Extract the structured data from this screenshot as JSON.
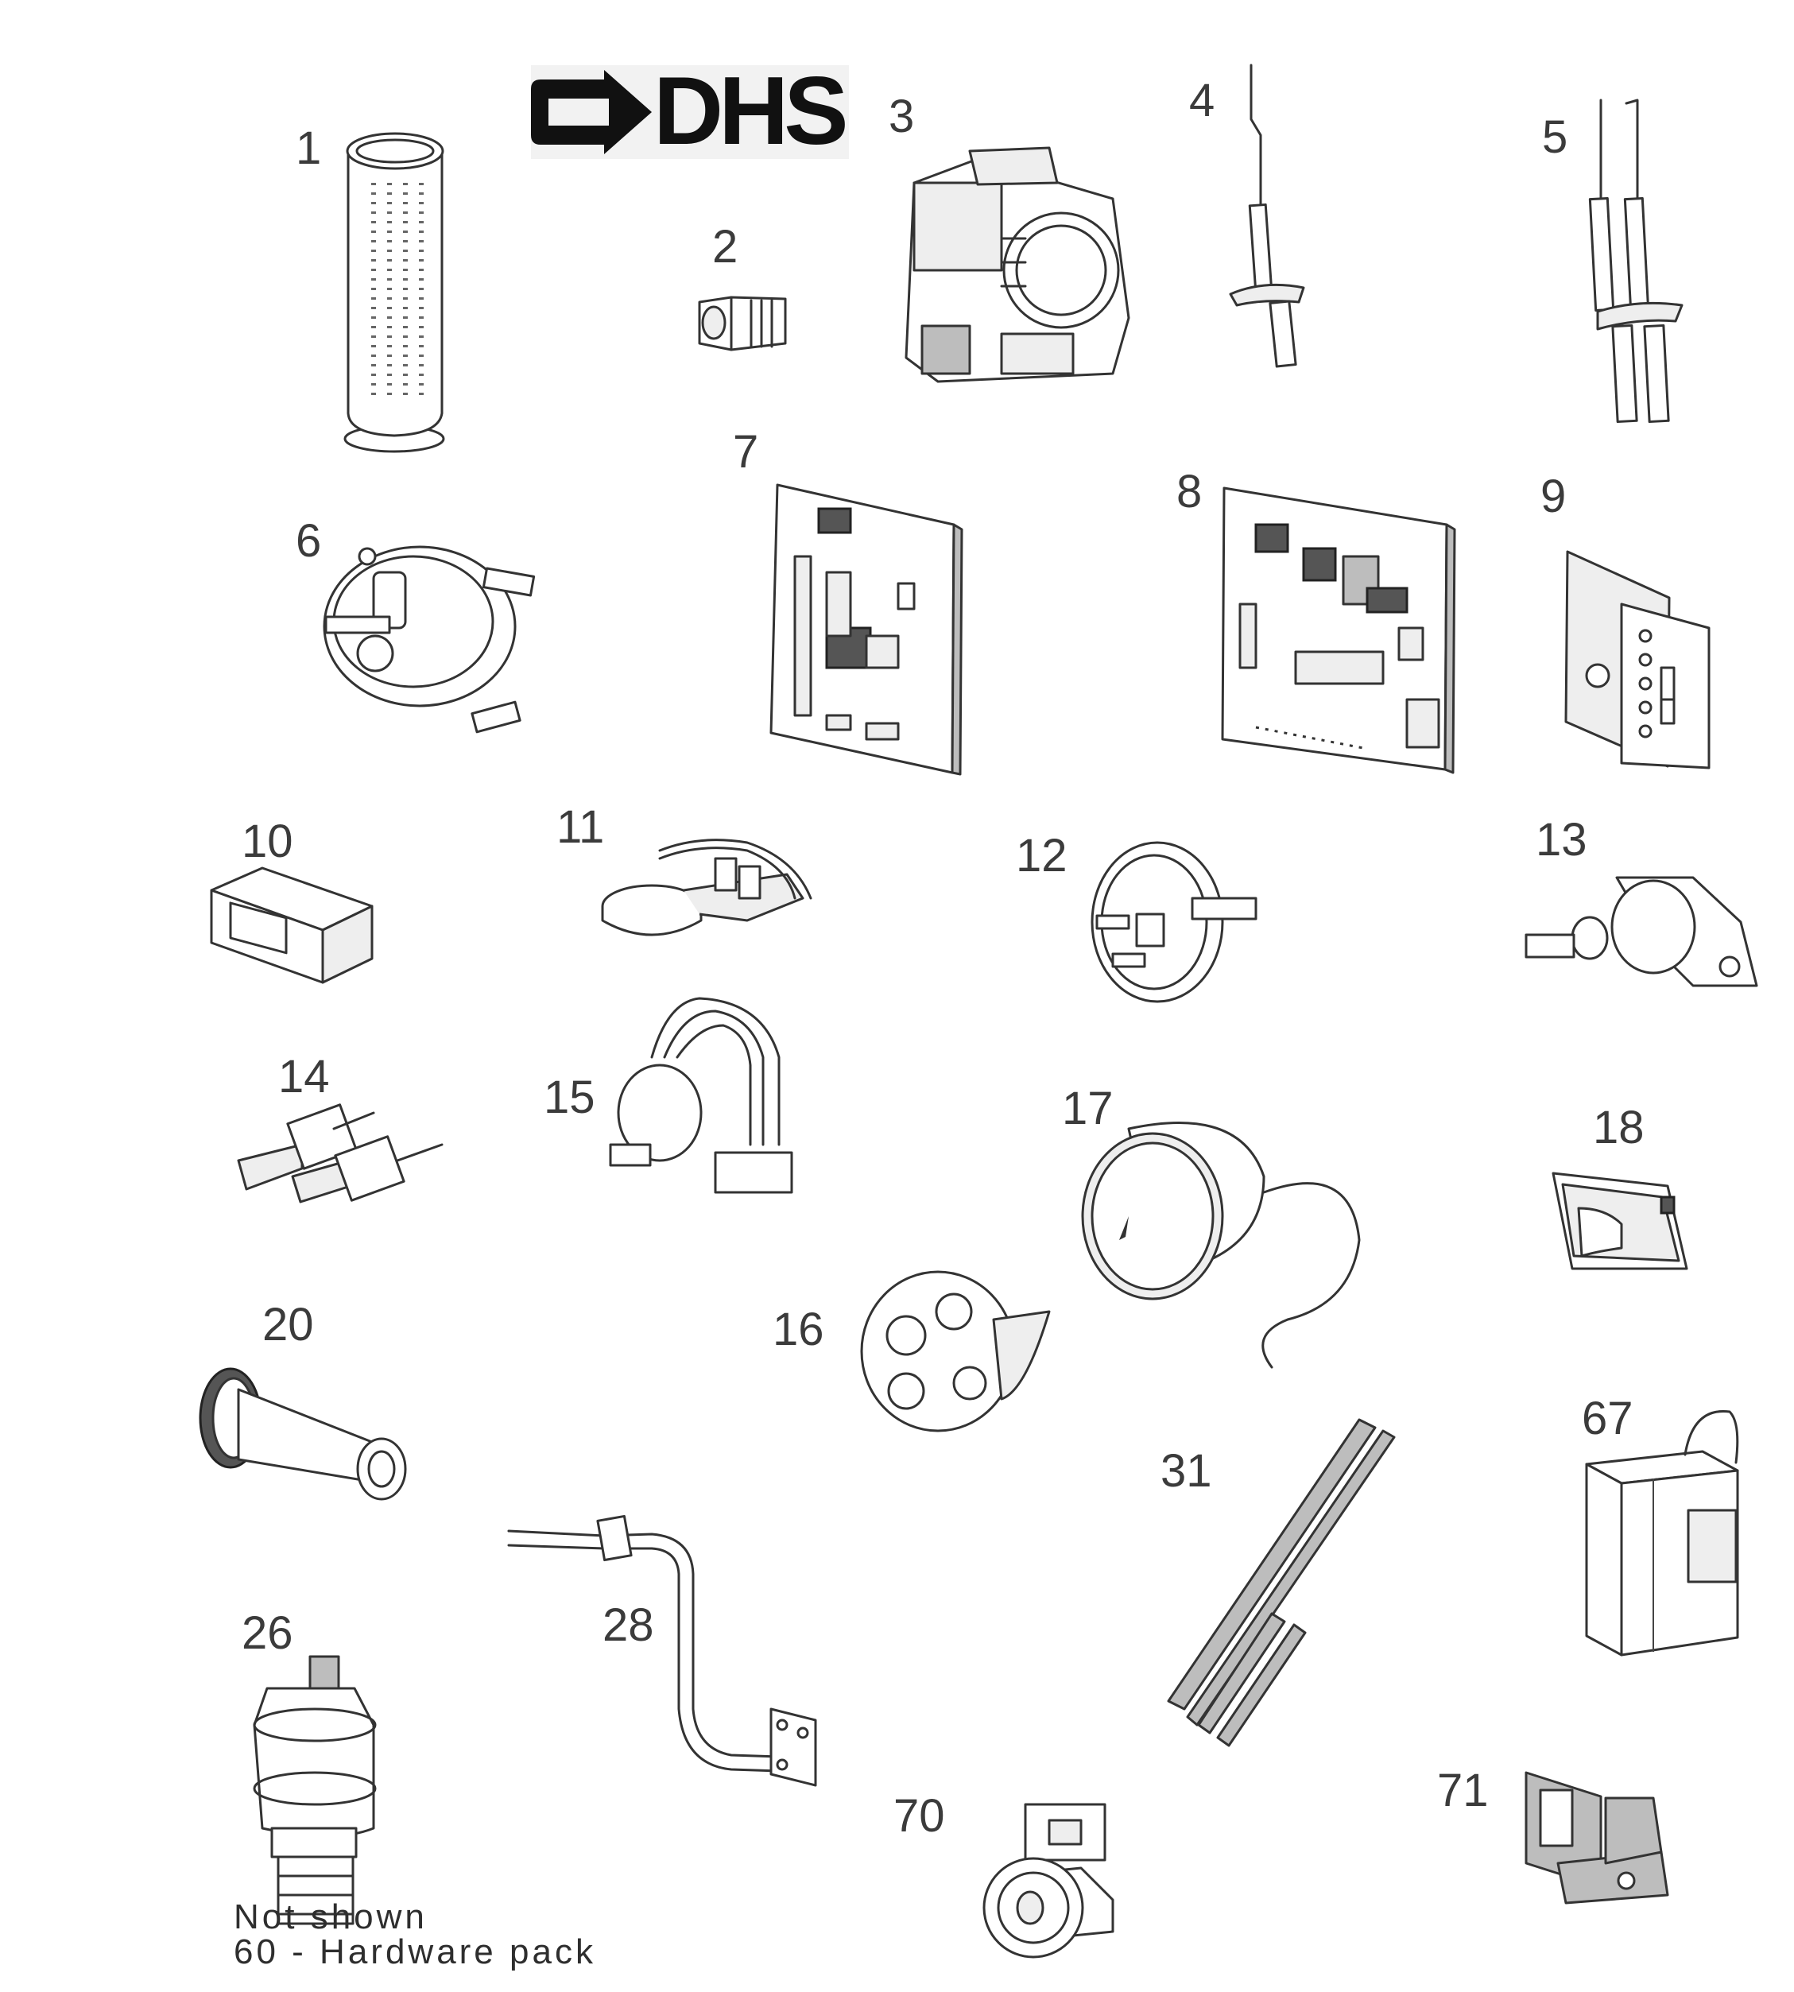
{
  "logo": {
    "text": "DHS"
  },
  "parts": [
    {
      "id": "part-1",
      "number": "1"
    },
    {
      "id": "part-2",
      "number": "2"
    },
    {
      "id": "part-3",
      "number": "3"
    },
    {
      "id": "part-4",
      "number": "4"
    },
    {
      "id": "part-5",
      "number": "5"
    },
    {
      "id": "part-6",
      "number": "6"
    },
    {
      "id": "part-7",
      "number": "7"
    },
    {
      "id": "part-8",
      "number": "8"
    },
    {
      "id": "part-9",
      "number": "9"
    },
    {
      "id": "part-10",
      "number": "10"
    },
    {
      "id": "part-11",
      "number": "11"
    },
    {
      "id": "part-12",
      "number": "12"
    },
    {
      "id": "part-13",
      "number": "13"
    },
    {
      "id": "part-14",
      "number": "14"
    },
    {
      "id": "part-15",
      "number": "15"
    },
    {
      "id": "part-16",
      "number": "16"
    },
    {
      "id": "part-17",
      "number": "17"
    },
    {
      "id": "part-18",
      "number": "18"
    },
    {
      "id": "part-20",
      "number": "20"
    },
    {
      "id": "part-26",
      "number": "26"
    },
    {
      "id": "part-28",
      "number": "28"
    },
    {
      "id": "part-31",
      "number": "31"
    },
    {
      "id": "part-67",
      "number": "67"
    },
    {
      "id": "part-70",
      "number": "70"
    },
    {
      "id": "part-71",
      "number": "71"
    }
  ],
  "note": {
    "line1": "Not shown",
    "line2": "60 - Hardware pack"
  }
}
